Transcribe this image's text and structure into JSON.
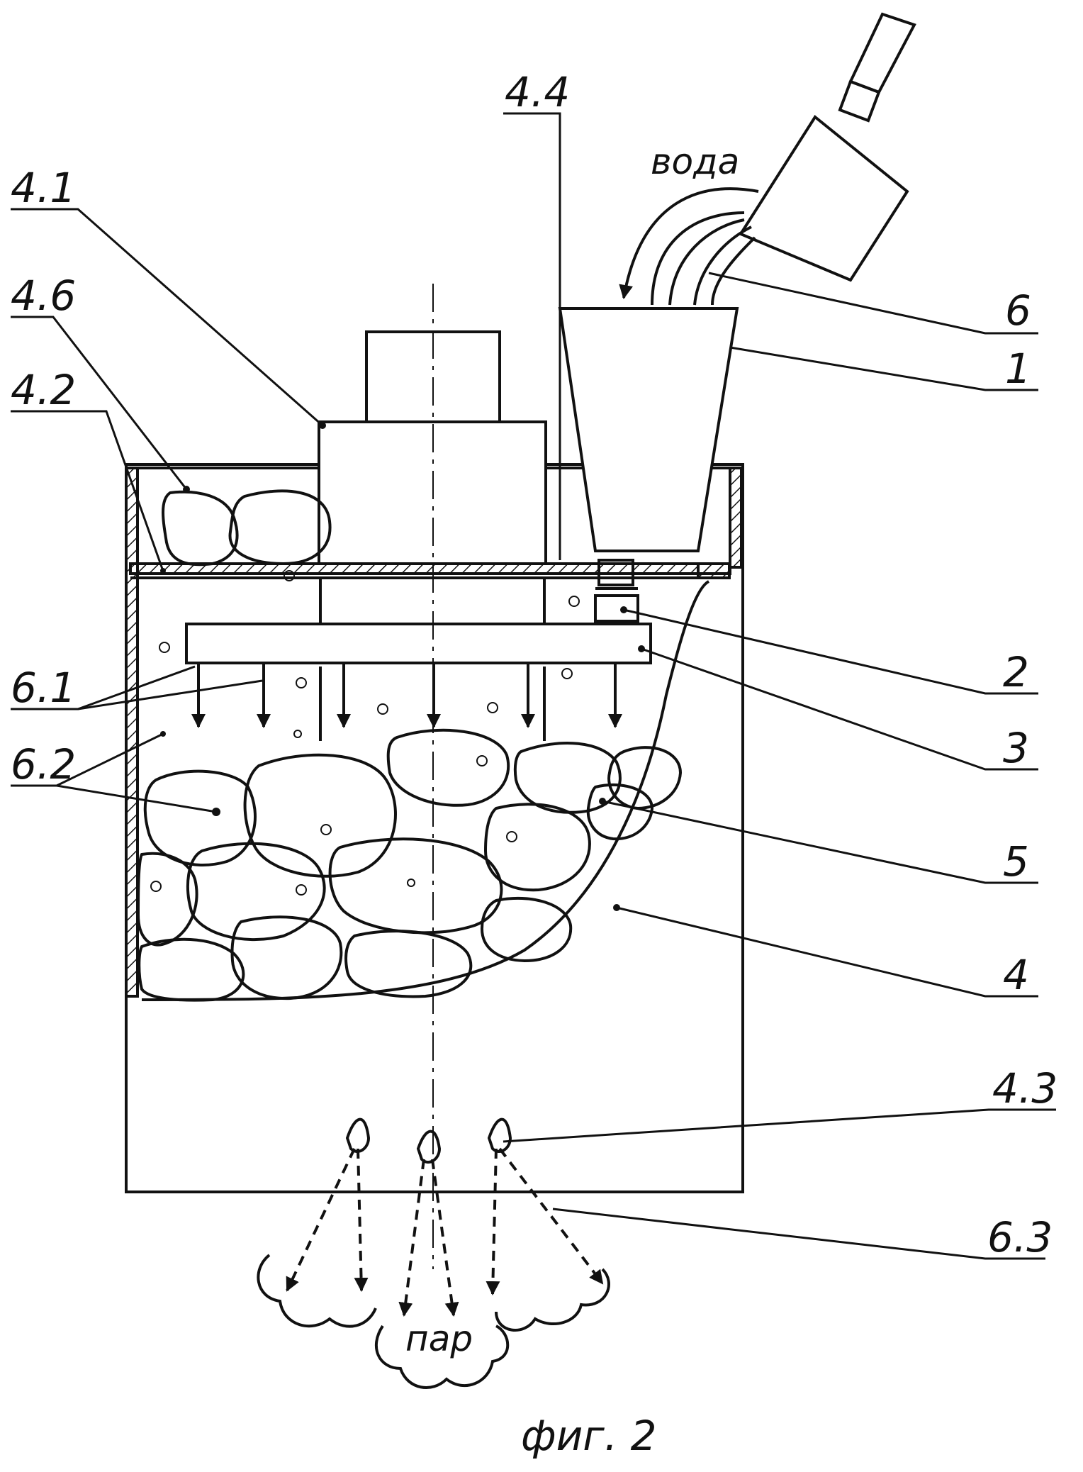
{
  "labels": {
    "l4_4": "4.4",
    "l4_1": "4.1",
    "l4_6": "4.6",
    "l4_2": "4.2",
    "l6": "6",
    "l1": "1",
    "l2": "2",
    "l3": "3",
    "l6_1": "6.1",
    "l6_2": "6.2",
    "l5": "5",
    "l4": "4",
    "l4_3": "4.3",
    "l6_3": "6.3"
  },
  "words": {
    "water": "вода",
    "steam": "пар"
  },
  "caption": "фиг. 2",
  "colors": {
    "line": "#111111",
    "background": "#ffffff"
  }
}
